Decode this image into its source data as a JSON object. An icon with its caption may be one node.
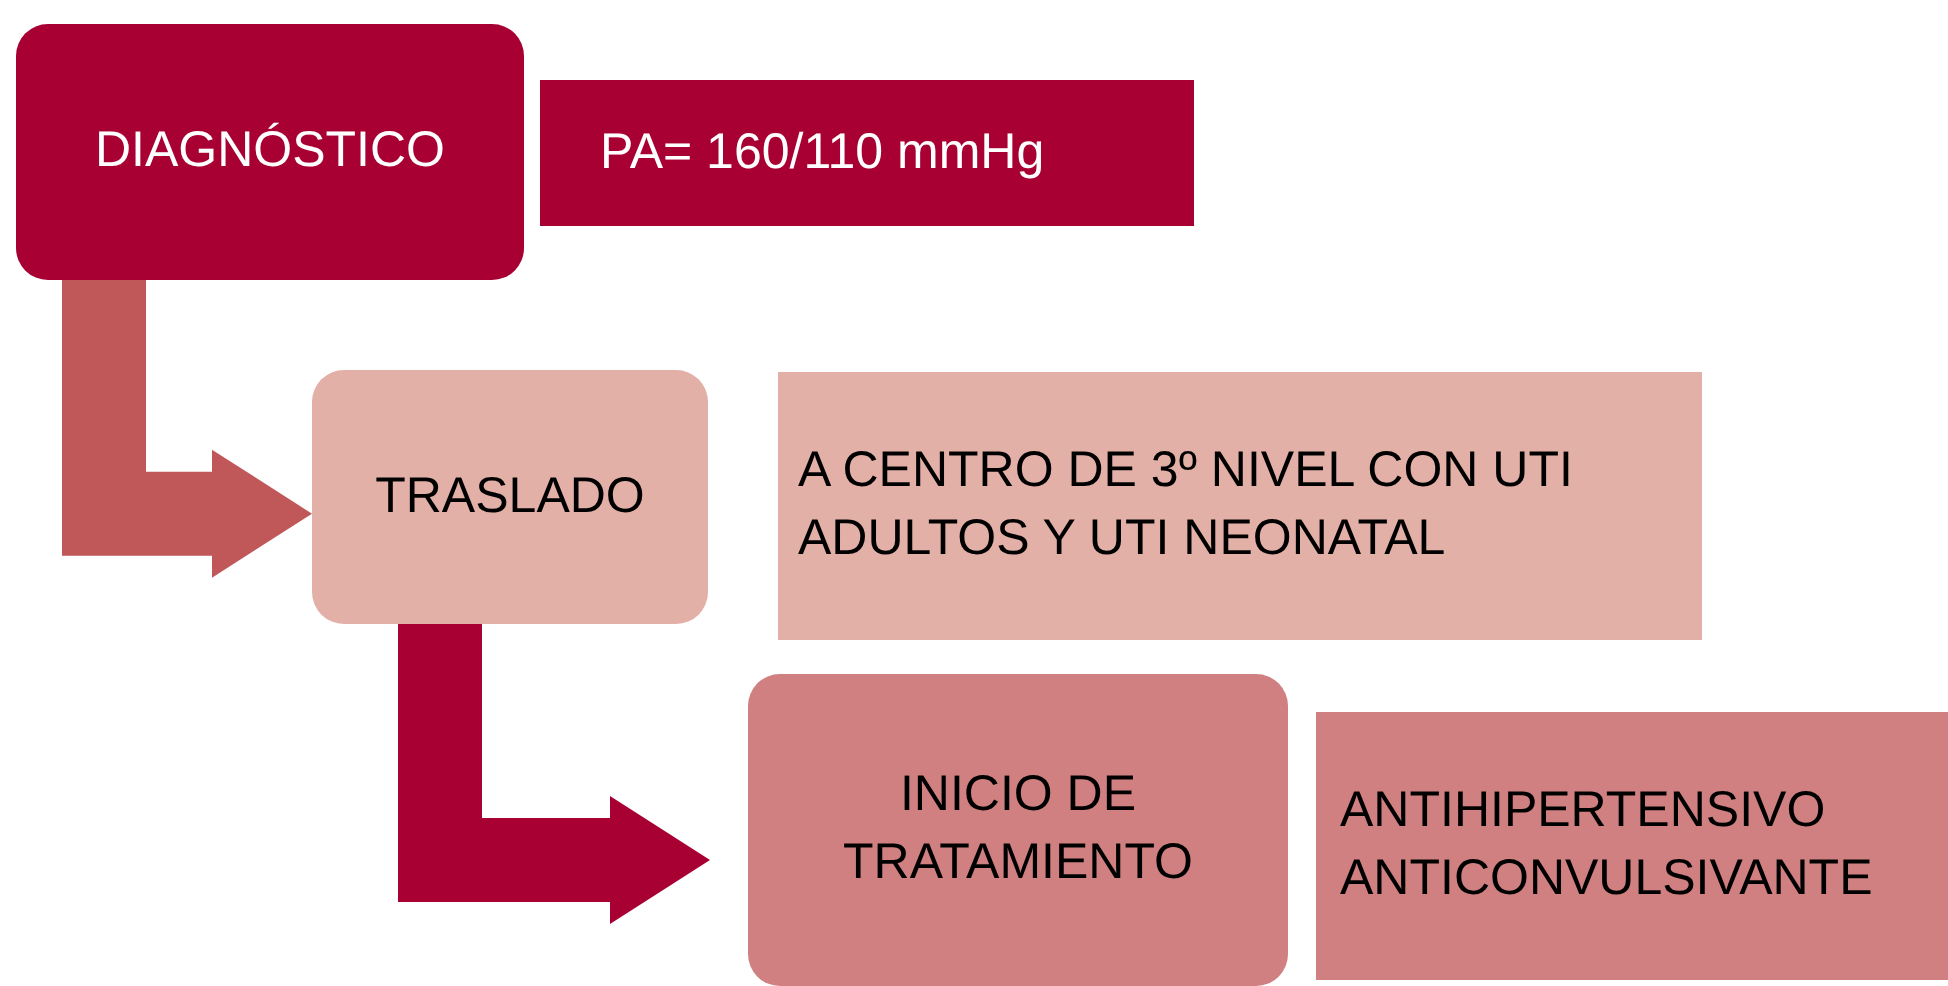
{
  "diagram": {
    "nodes": [
      {
        "text": [
          "DIAGNÓSTICO"
        ]
      },
      {
        "text": [
          "PA= 160/110 mmHg"
        ]
      },
      {
        "text": [
          "TRASLADO"
        ]
      },
      {
        "text": [
          "A CENTRO DE 3º NIVEL CON UTI ADULTOS Y UTI NEONATAL"
        ]
      },
      {
        "text": [
          "INICIO DE TRATAMIENTO"
        ]
      },
      {
        "text": [
          "ANTIHIPERTENSIVO",
          "ANTICONVULSIVANTE"
        ]
      }
    ],
    "edges": [
      {
        "from": 0,
        "to": 2,
        "arrow": "to",
        "color": "#c0585a"
      },
      {
        "from": 2,
        "to": 4,
        "arrow": "to",
        "color": "#a80032"
      }
    ]
  }
}
